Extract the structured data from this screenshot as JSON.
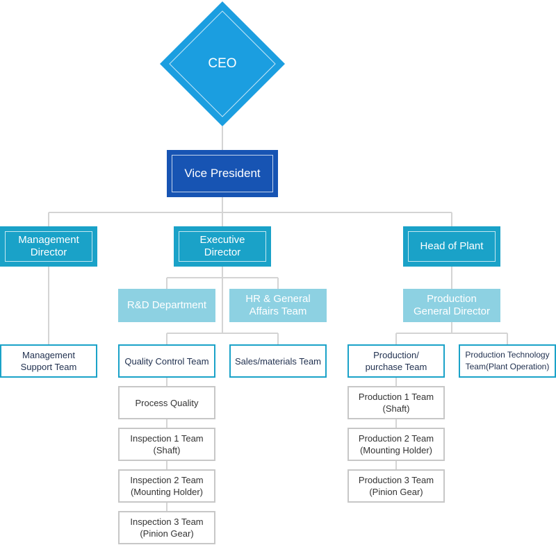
{
  "colors": {
    "ceo": "#1b9ee0",
    "vice_president": "#1754b3",
    "director": "#1aa2c8",
    "department": "#8dd1e2",
    "team_border": "#1aa2c8",
    "sub_border": "#c7c7c7",
    "connector": "#d4d4d4"
  },
  "ceo": "CEO",
  "vice_president": "Vice President",
  "directors": {
    "management": "Management\nDirector",
    "executive": "Executive\nDirector",
    "plant": "Head of Plant"
  },
  "departments": {
    "rnd": "R&D Department",
    "hr": "HR & General\nAffairs Team",
    "production_general": "Production\nGeneral Director"
  },
  "teams": {
    "management_support": "Management\nSupport Team",
    "quality_control": "Quality Control Team",
    "sales_materials": "Sales/materials Team",
    "production_purchase": "Production/\npurchase Team",
    "production_technology": "Production Technology\nTeam(Plant Operation)"
  },
  "quality_subteams": [
    "Process Quality",
    "Inspection 1 Team\n(Shaft)",
    "Inspection 2 Team\n(Mounting Holder)",
    "Inspection 3 Team\n(Pinion Gear)"
  ],
  "production_subteams": [
    "Production 1 Team\n(Shaft)",
    "Production 2 Team\n(Mounting Holder)",
    "Production 3 Team\n(Pinion Gear)"
  ]
}
